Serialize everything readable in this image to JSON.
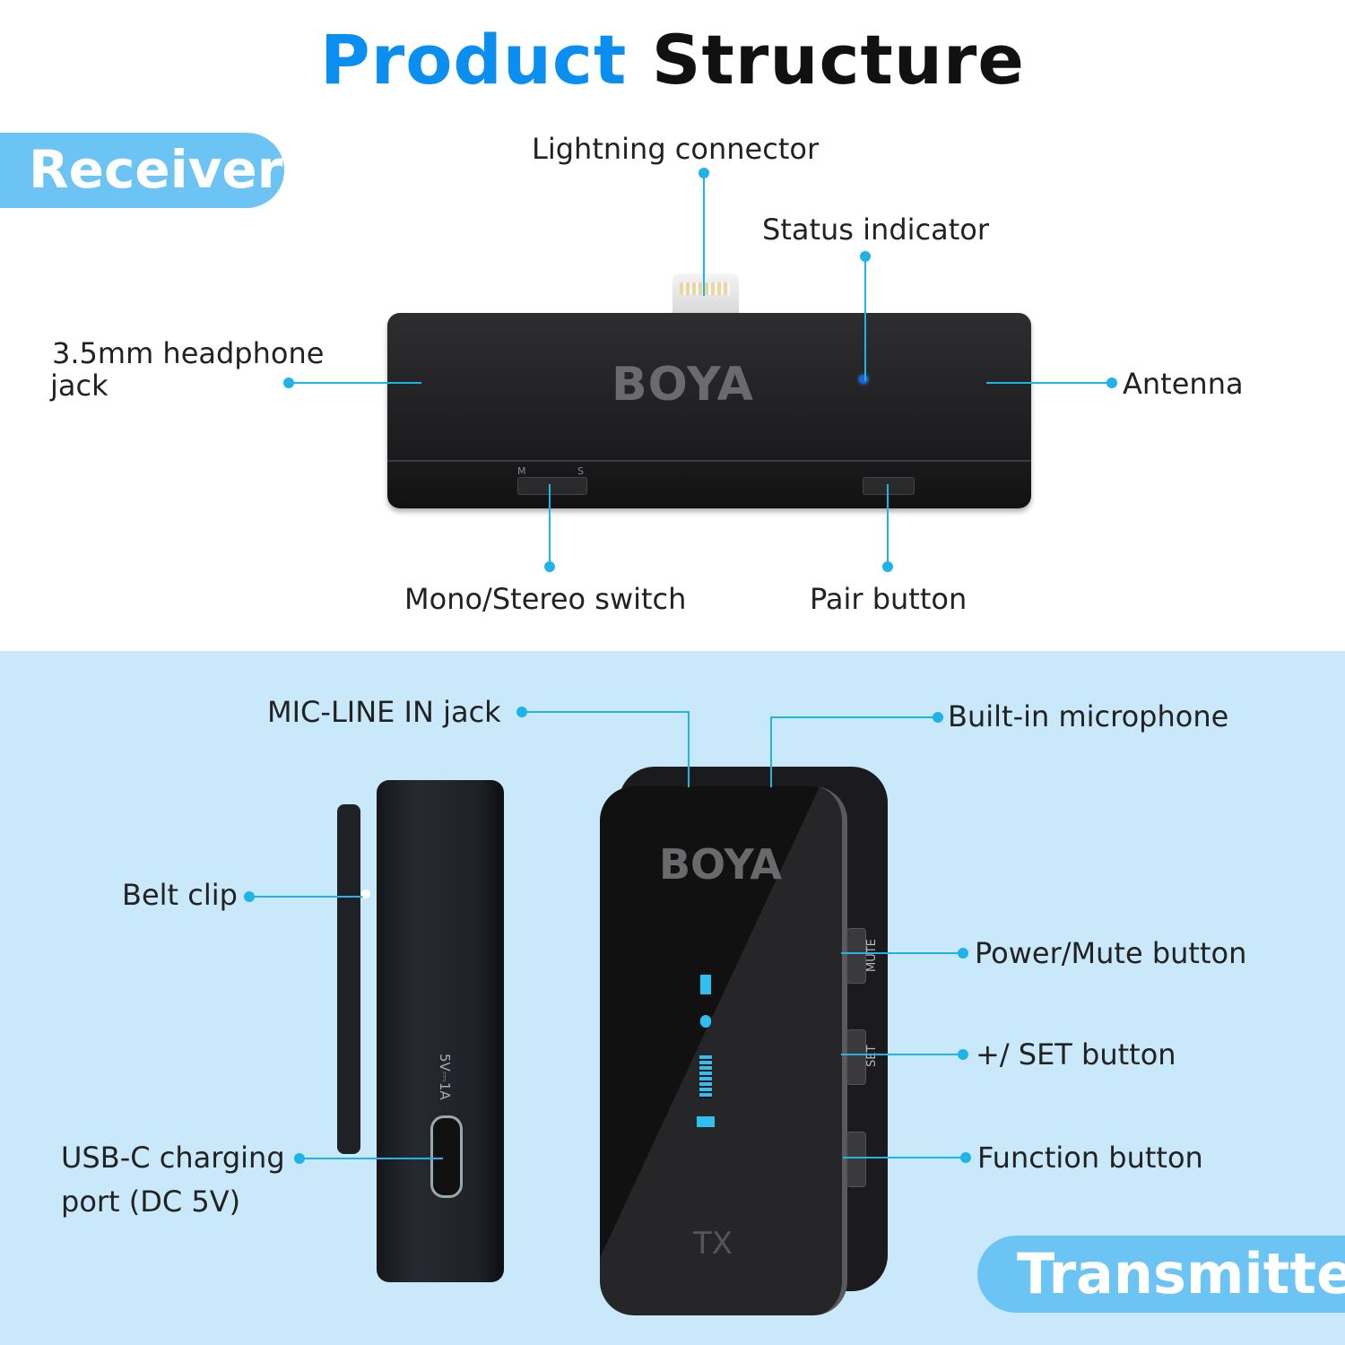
{
  "title": {
    "part1": "Product",
    "part2": "Structure"
  },
  "colors": {
    "accent": "#0a8ff0",
    "pill": "#6cc4f5",
    "line": "#1fb3e8",
    "panel": "#c9e9fb"
  },
  "receiver": {
    "badge": "Receiver",
    "device_logo": "BOYA",
    "switch_marks": [
      "M",
      "S"
    ],
    "labels": {
      "lightning": "Lightning connector",
      "status": "Status indicator",
      "headphone_1": "3.5mm headphone",
      "headphone_2": "jack",
      "antenna": "Antenna",
      "mono_stereo": "Mono/Stereo switch",
      "pair": "Pair button"
    }
  },
  "transmitter": {
    "badge": "Transmitter",
    "device_logo": "BOYA",
    "device_model": "TX",
    "side_marks": {
      "mute": "MUTE",
      "set": "SET",
      "rating": "5V⎓1A"
    },
    "labels": {
      "mic_line": "MIC-LINE IN jack",
      "builtin_mic": "Built-in microphone",
      "belt_clip": "Belt clip",
      "power_mute": "Power/Mute button",
      "set": "+/ SET button",
      "function": "Function button",
      "usbc_1": "USB-C charging",
      "usbc_2": "port (DC 5V)"
    }
  }
}
